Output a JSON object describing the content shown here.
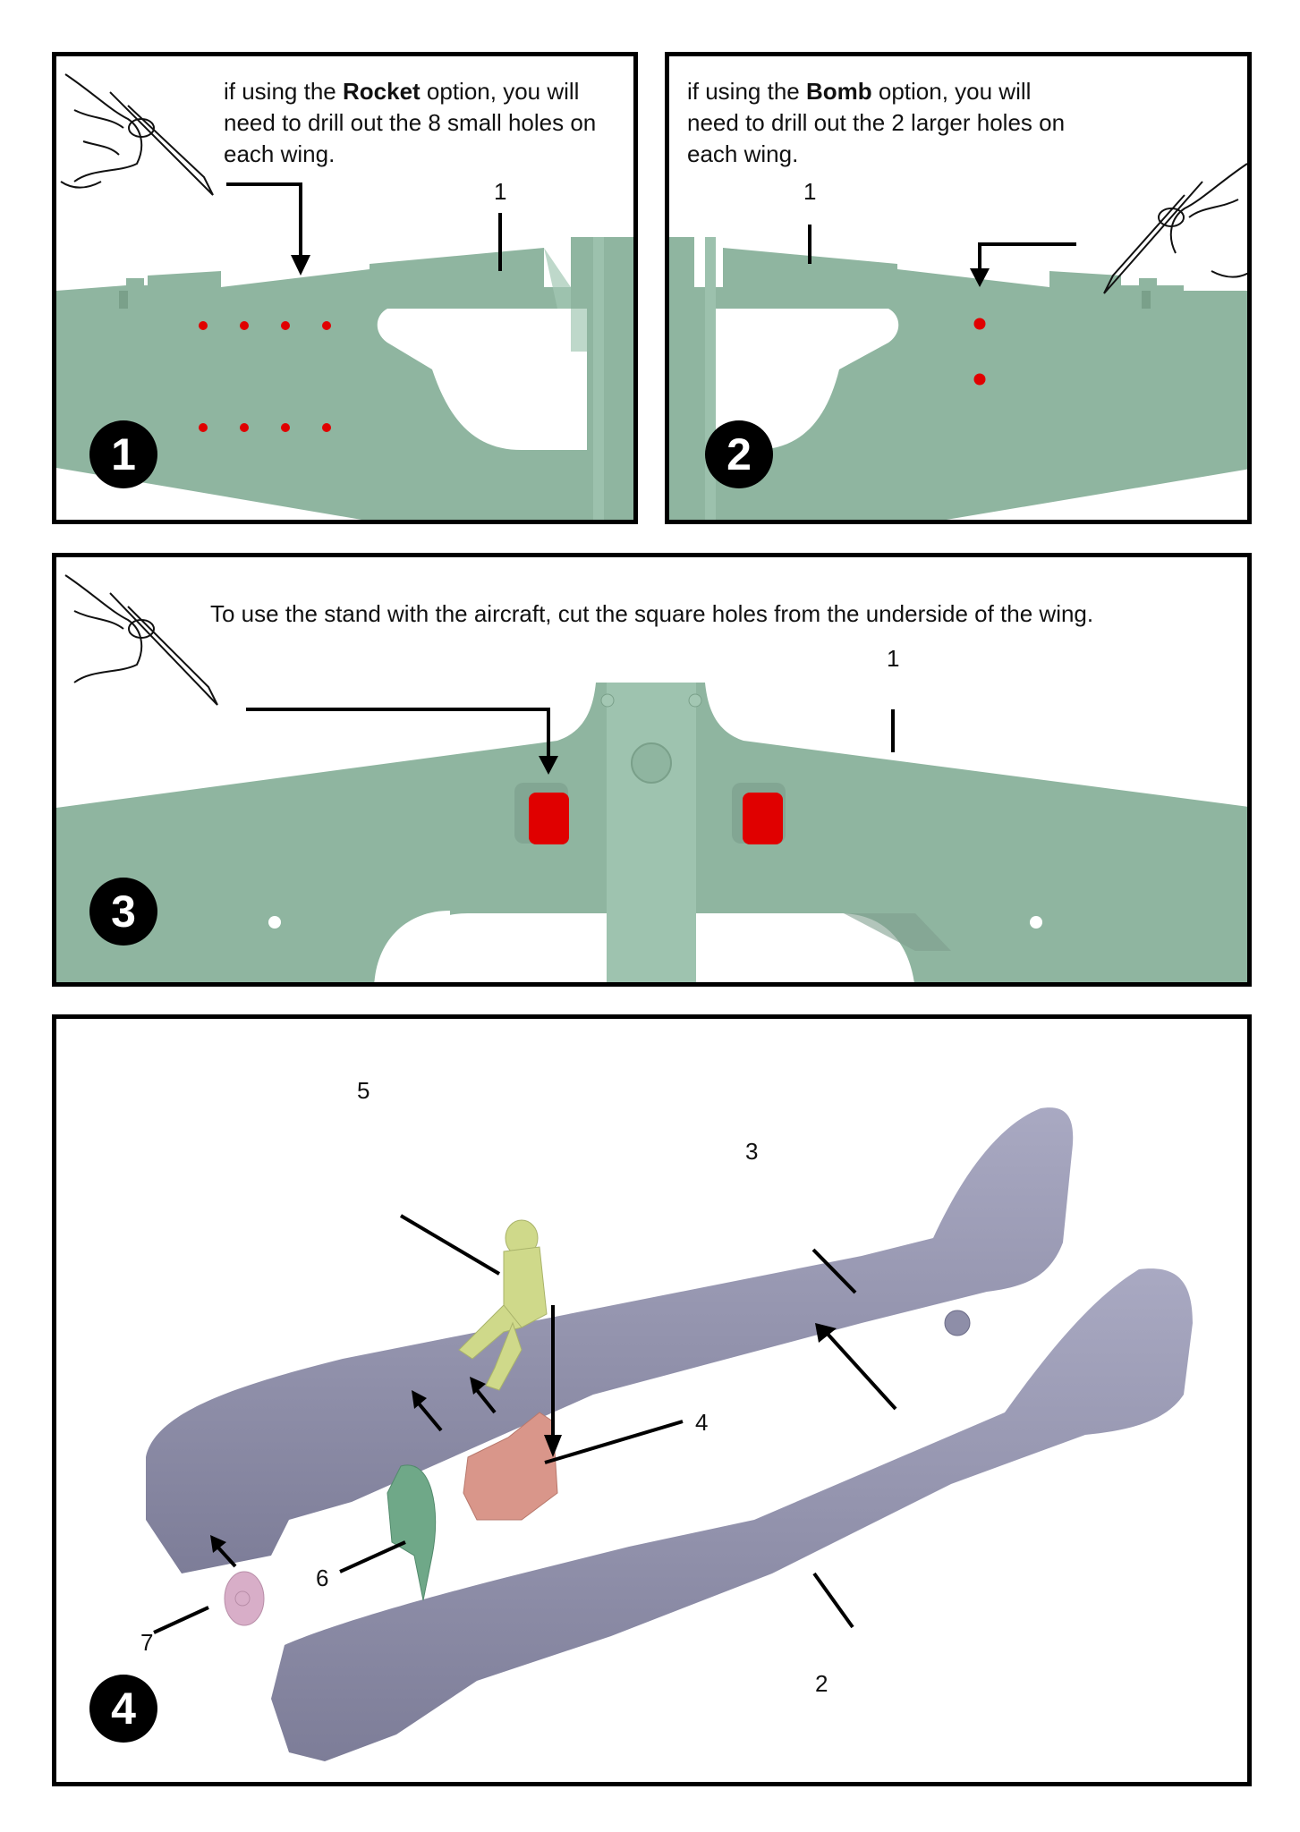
{
  "steps": [
    {
      "number": "1",
      "text_pre": "if using the ",
      "text_bold": "Rocket",
      "text_post": " option, you will need to drill out the 8 small holes on each wing.",
      "part_labels": [
        "1"
      ]
    },
    {
      "number": "2",
      "text_pre": "if using the ",
      "text_bold": "Bomb",
      "text_post": " option, you will need to drill out the 2 larger holes on each wing.",
      "part_labels": [
        "1"
      ]
    },
    {
      "number": "3",
      "text": "To use the stand with the aircraft, cut the square holes from the underside of the wing.",
      "part_labels": [
        "1"
      ]
    },
    {
      "number": "4",
      "part_labels": [
        "5",
        "3",
        "4",
        "6",
        "7",
        "2"
      ]
    }
  ],
  "icons": {
    "hand_tool": "hand-with-hobby-knife-icon",
    "drill_mark": "red-dot-marker"
  },
  "colors": {
    "wing_green": "#8fb5a0",
    "wing_light": "#a3c7b3",
    "hole_red": "#e00000",
    "fuselage": "#8e8ea8",
    "pilot": "#cfd98a",
    "seat": "#d9968a",
    "bulkhead": "#6fa888",
    "tailwheel": "#d8aec8"
  }
}
